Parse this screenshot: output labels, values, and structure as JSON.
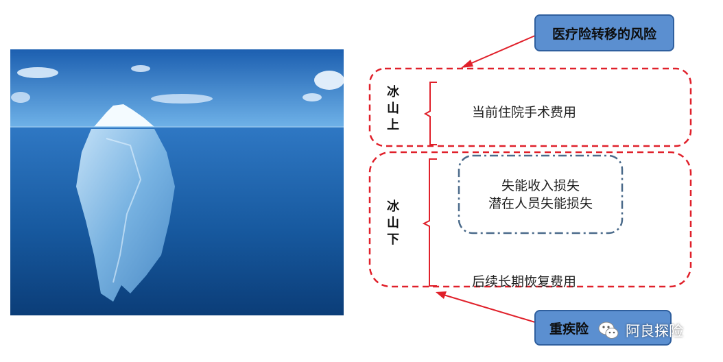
{
  "callouts": {
    "top": "医疗险转移的风险",
    "bottom": "重疾险"
  },
  "above": {
    "label_chars": [
      "冰",
      "山",
      "上"
    ],
    "item": "当前住院手术费用"
  },
  "below": {
    "label_chars": [
      "冰",
      "山",
      "下"
    ],
    "inner_lines": [
      "失能收入损失",
      "潜在人员失能损失"
    ],
    "item": "后续长期恢复费用"
  },
  "watermark": "阿良探险",
  "colors": {
    "dashed_red": "#e0202a",
    "callout_fill": "#5b8fd0",
    "callout_border": "#2f5f9e",
    "inner_box": "#4a6a8a",
    "arrow": "#e0202a",
    "sea_top": "#2f78c4",
    "sea_deep": "#0b3d78"
  }
}
